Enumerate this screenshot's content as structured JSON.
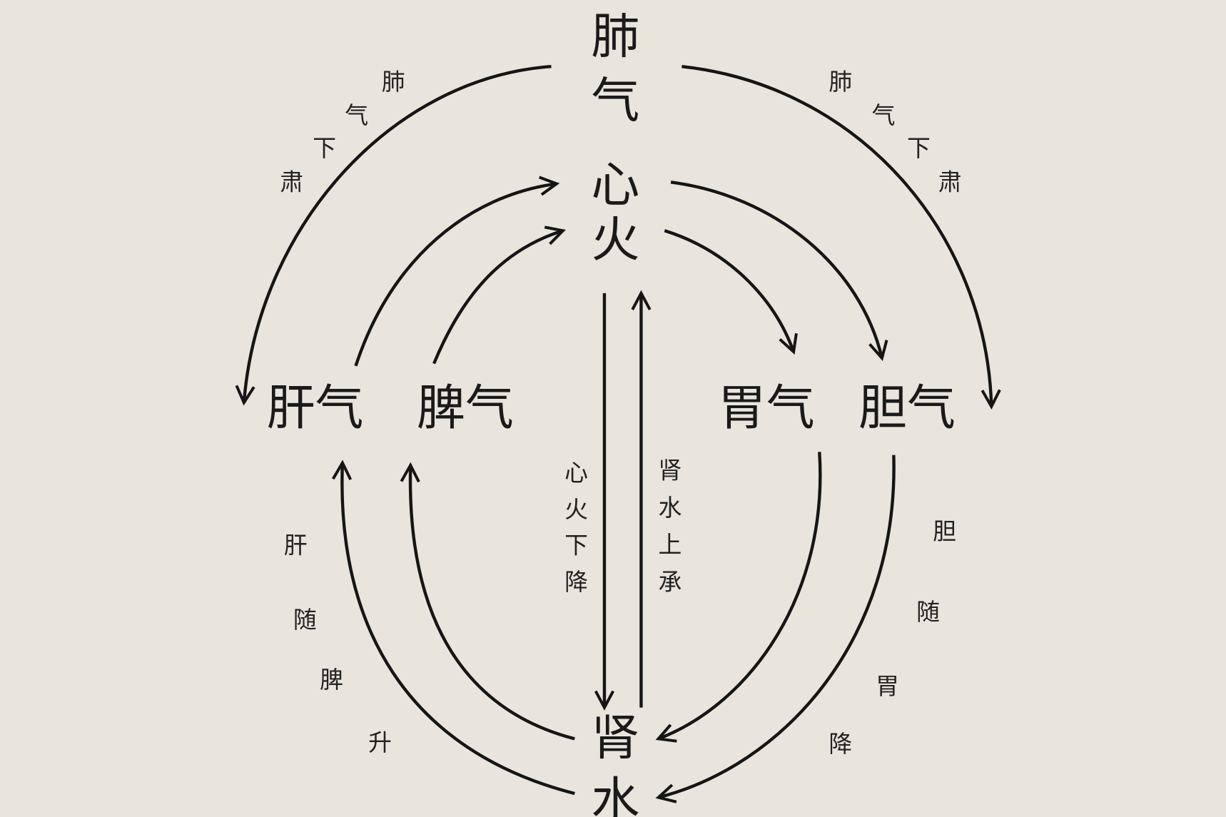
{
  "nodes": {
    "lung": [
      "肺",
      "气"
    ],
    "heart": [
      "心",
      "火"
    ],
    "liver": "肝气",
    "spleen": "脾气",
    "stomach": "胃气",
    "gallbladder": "胆气",
    "kidney": [
      "肾",
      "水"
    ]
  },
  "labels": {
    "lung_left": [
      "肺",
      "气",
      "下",
      "肃"
    ],
    "lung_right": [
      "肺",
      "气",
      "下",
      "肃"
    ],
    "fire_down": [
      "心",
      "火",
      "下",
      "降"
    ],
    "water_up": [
      "肾",
      "水",
      "上",
      "承"
    ],
    "liver_spleen_rise": [
      "肝",
      "随",
      "脾",
      "升"
    ],
    "gall_stomach_fall": [
      "胆",
      "随",
      "胃",
      "降"
    ]
  },
  "colors": {
    "background": "#e9e4dc",
    "ink": "#151515"
  }
}
